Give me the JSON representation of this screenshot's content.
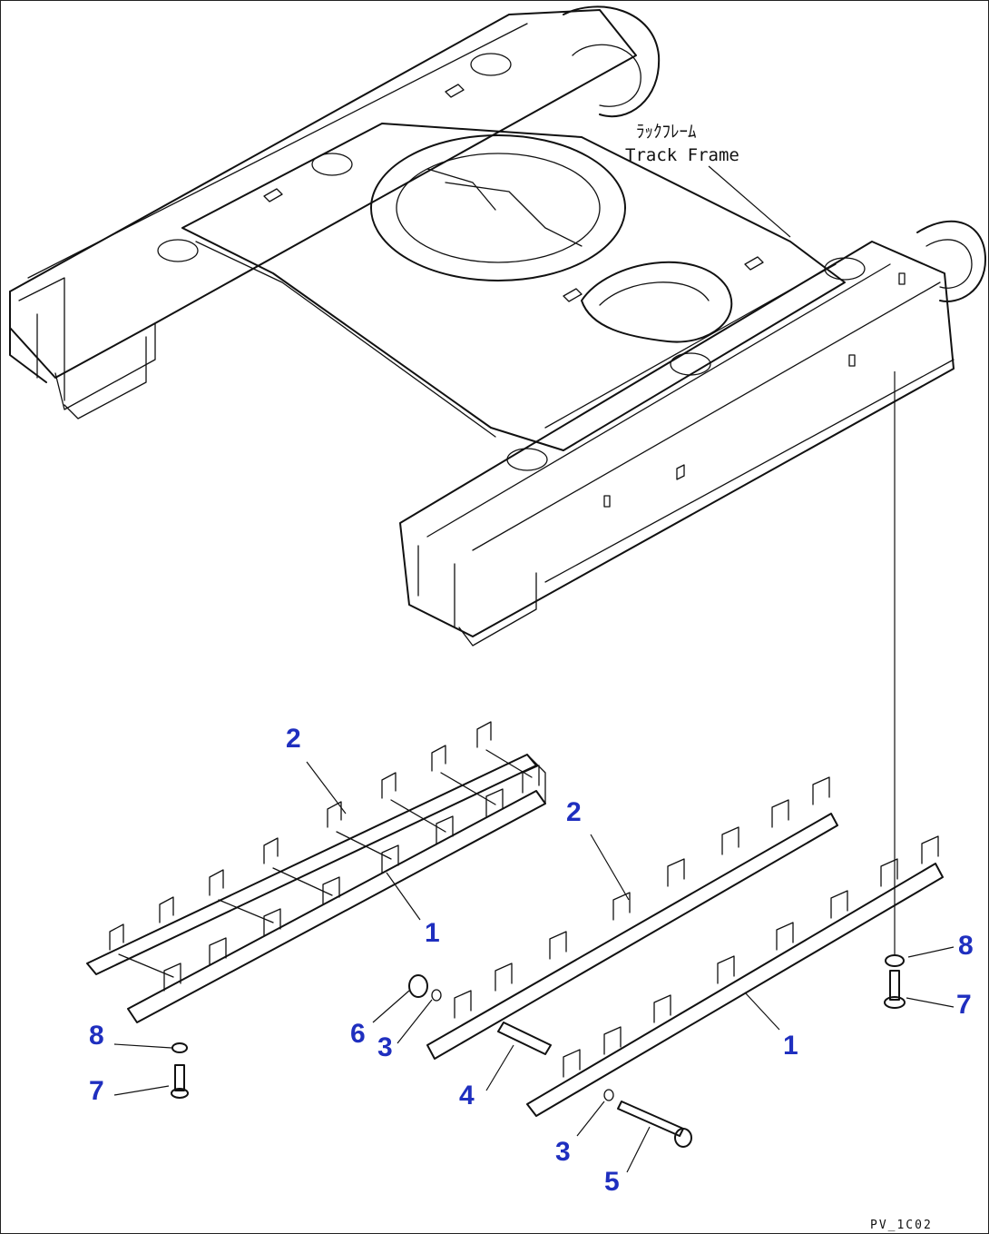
{
  "diagram": {
    "frame_label_line1": "ﾗｯｸﾌﾚｰﾑ",
    "frame_label_line2": "Track Frame",
    "drawing_code": "PV_1C02",
    "callout_color": "#1f2fbf",
    "callouts": [
      {
        "id": "c2-left",
        "text": "2"
      },
      {
        "id": "c1-left",
        "text": "1"
      },
      {
        "id": "c2-right",
        "text": "2"
      },
      {
        "id": "c8-right",
        "text": "8"
      },
      {
        "id": "c7-right",
        "text": "7"
      },
      {
        "id": "c1-right",
        "text": "1"
      },
      {
        "id": "c6",
        "text": "6"
      },
      {
        "id": "c3-upper",
        "text": "3"
      },
      {
        "id": "c8-left",
        "text": "8"
      },
      {
        "id": "c7-left",
        "text": "7"
      },
      {
        "id": "c4",
        "text": "4"
      },
      {
        "id": "c3-lower",
        "text": "3"
      },
      {
        "id": "c5",
        "text": "5"
      }
    ]
  }
}
